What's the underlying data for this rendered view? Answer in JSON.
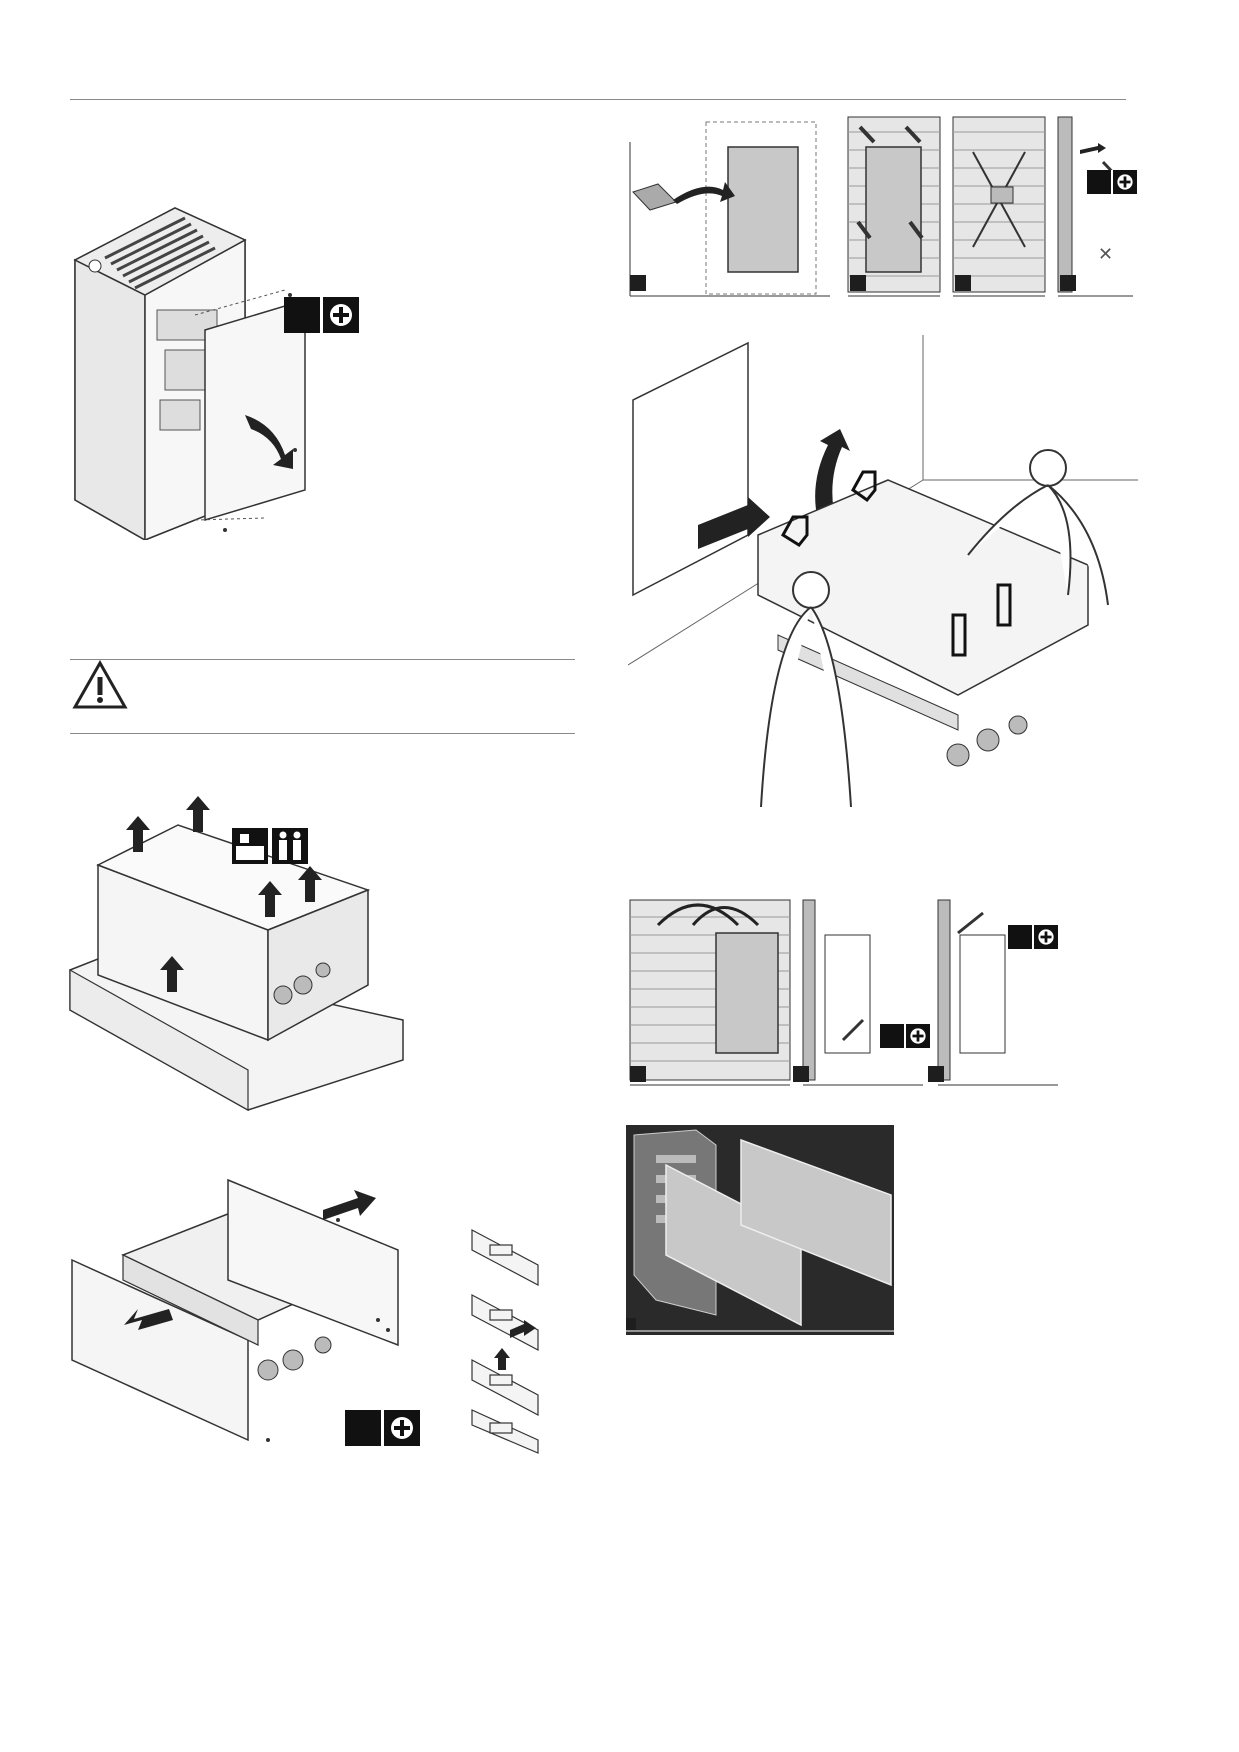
{
  "page": {
    "title": "",
    "body_text": []
  },
  "figures": [
    {
      "id": "remove-front-panel",
      "icons": [
        "screwdriver-badge-icon"
      ]
    },
    {
      "id": "warning-block",
      "icons": [
        "warning-triangle-icon"
      ]
    },
    {
      "id": "lift-from-packaging",
      "icons": [
        "two-person-lift-icon"
      ]
    },
    {
      "id": "remove-side-panels",
      "icons": [
        "screwdriver-badge-icon"
      ]
    },
    {
      "id": "wall-template-steps",
      "icons": [
        "screwdriver-badge-icon"
      ]
    },
    {
      "id": "two-person-wall-mount",
      "icons": [
        "arrow-icon"
      ]
    },
    {
      "id": "hang-and-fix-steps",
      "icons": [
        "screwdriver-badge-icon"
      ]
    },
    {
      "id": "refit-side-panels",
      "icons": []
    }
  ],
  "colors": {
    "line": "#333333",
    "panel_grey": "#c8c8c8",
    "dark_bg": "#2a2a2a",
    "brick": "#e6e6e6"
  }
}
